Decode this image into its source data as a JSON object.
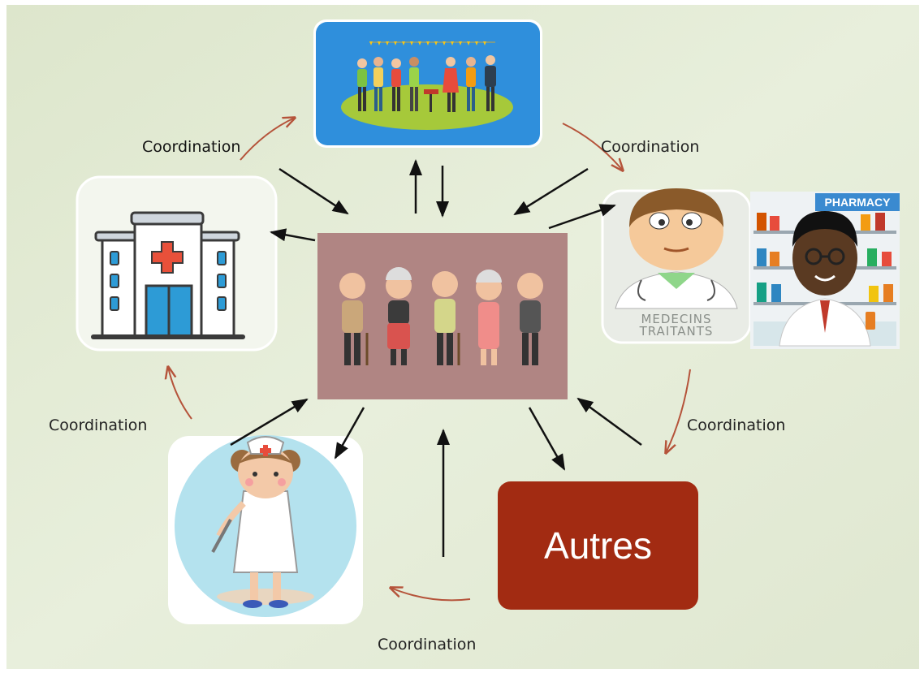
{
  "coordination_labels": {
    "top_left": "Coordination",
    "top_right": "Coordination",
    "left": "Coordination",
    "right": "Coordination",
    "bottom": "Coordination"
  },
  "nodes": {
    "autres": "Autres",
    "medecins": {
      "line1": "MEDECINS",
      "line2": "TRAITANTS"
    },
    "pharmacy": "PHARMACY"
  },
  "colors": {
    "background_light": "#e6eed9",
    "background_dark": "#dfe6cf",
    "card_border": "#ffffff",
    "community_bg": "#2f8fdc",
    "seniors_bg": "#b08583",
    "autres_bg": "#a22b12",
    "nurse_circle": "#b4e2ee",
    "coordination_arrow": "#b5533a",
    "link_arrow": "#111111"
  },
  "icons": [
    "community-illustration",
    "seniors-illustration",
    "hospital-icon",
    "doctor-illustration",
    "pharmacist-illustration",
    "nurse-illustration"
  ]
}
